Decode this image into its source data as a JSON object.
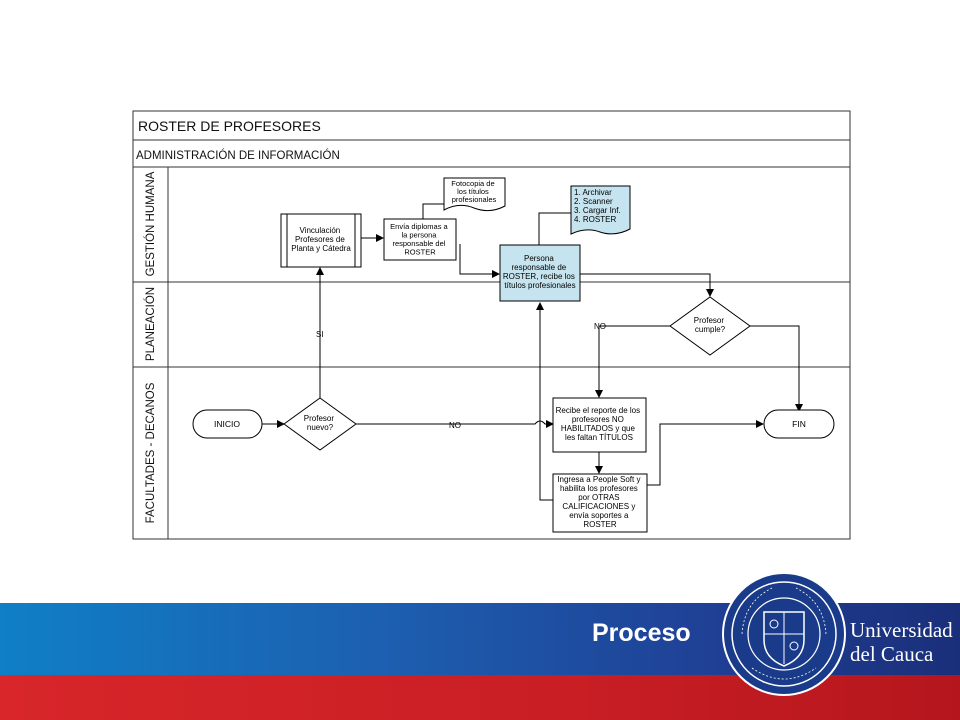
{
  "diagram": {
    "title": "ROSTER DE PROFESORES",
    "subtitle": "ADMINISTRACIÓN DE INFORMACIÓN",
    "lanes": [
      {
        "label": "GESTIÓN HUMANA"
      },
      {
        "label": "PLANEACIÓN"
      },
      {
        "label": "FACULTADES - DECANOS"
      }
    ],
    "nodes": {
      "vinculacion": [
        "Vinculación",
        "Profesores de",
        "Planta y Cátedra"
      ],
      "envia": [
        "Envía diplomas a",
        "la persona",
        "responsable del",
        "ROSTER"
      ],
      "fotocopia": [
        "Fotocopia de",
        "los títulos",
        "profesionales"
      ],
      "checklist": [
        "1. Archivar",
        "2. Scanner",
        "3. Cargar Inf.",
        "4. ROSTER"
      ],
      "persona": [
        "Persona",
        "responsable de",
        "ROSTER, recibe los",
        "títulos profesionales"
      ],
      "profesor_cumple": [
        "Profesor",
        "cumple?"
      ],
      "inicio": "INICIO",
      "profesor_nuevo": [
        "Profesor",
        "nuevo?"
      ],
      "recibe": [
        "Recibe el reporte de los",
        "profesores NO",
        "HABILITADOS y que",
        "les faltan TÍTULOS"
      ],
      "ingresa": [
        "Ingresa a People Soft y",
        "habilita los profesores",
        "por OTRAS",
        "CALIFICACIONES y",
        "envía soportes a",
        "ROSTER"
      ],
      "fin": "FIN"
    },
    "edge_labels": {
      "si": "SI",
      "no_nuevo": "NO",
      "no_cumple": "NO"
    }
  },
  "footer": {
    "title": "Proceso",
    "university_line1": "Universidad",
    "university_line2": "del Cauca"
  },
  "colors": {
    "highlight_box": "#c6e4ef",
    "footer_blue": "#1d4fa0",
    "footer_red": "#c81e24"
  }
}
